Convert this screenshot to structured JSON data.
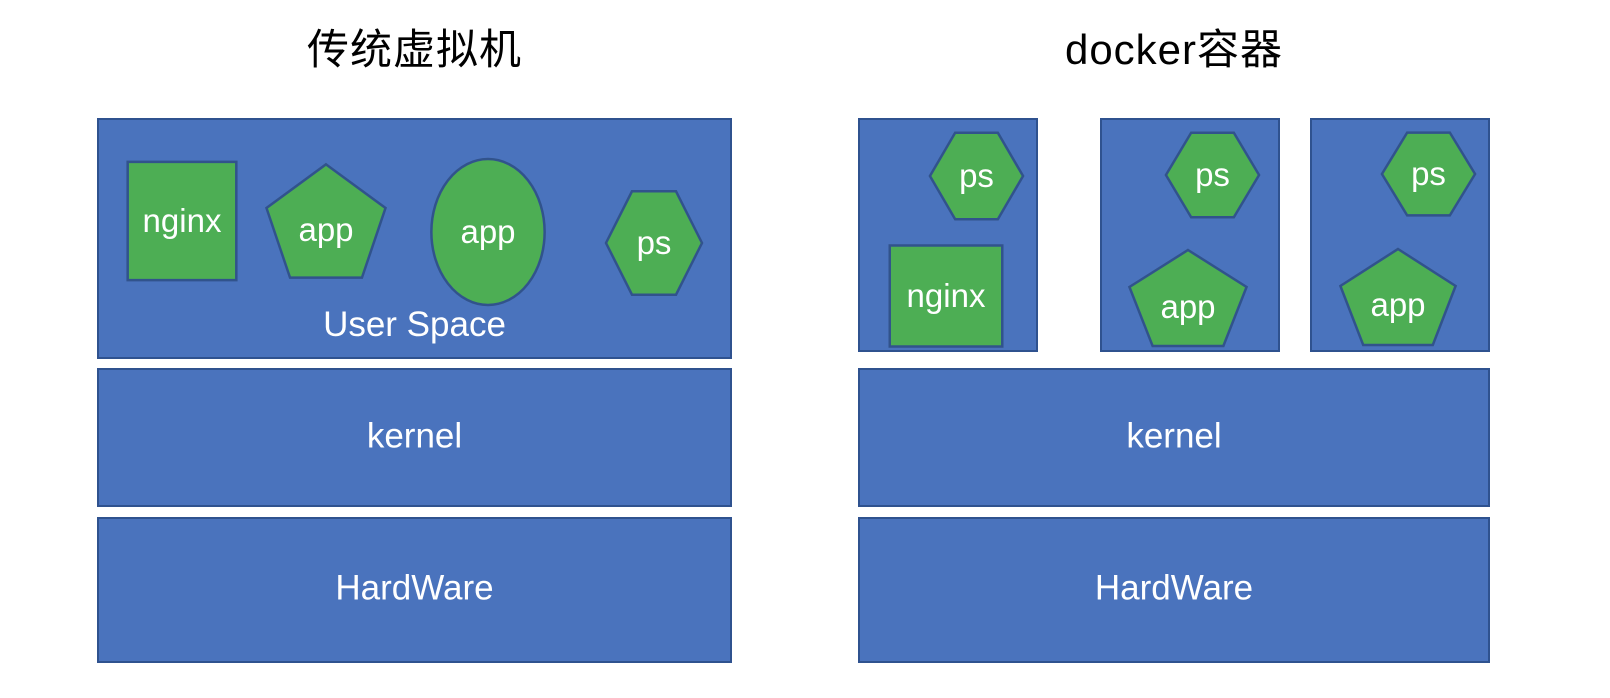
{
  "diagram": {
    "left": {
      "title": "传统虚拟机",
      "user_space": {
        "label": "User Space",
        "shapes": [
          {
            "type": "square",
            "label": "nginx"
          },
          {
            "type": "pentagon",
            "label": "app"
          },
          {
            "type": "ellipse",
            "label": "app"
          },
          {
            "type": "hexagon",
            "label": "ps"
          }
        ]
      },
      "kernel_label": "kernel",
      "hardware_label": "HardWare"
    },
    "right": {
      "title": "docker容器",
      "containers": [
        {
          "shapes": [
            {
              "type": "hexagon",
              "label": "ps"
            },
            {
              "type": "square",
              "label": "nginx"
            }
          ]
        },
        {
          "shapes": [
            {
              "type": "hexagon",
              "label": "ps"
            },
            {
              "type": "pentagon",
              "label": "app"
            }
          ]
        },
        {
          "shapes": [
            {
              "type": "hexagon",
              "label": "ps"
            },
            {
              "type": "pentagon",
              "label": "app"
            }
          ]
        }
      ],
      "kernel_label": "kernel",
      "hardware_label": "HardWare"
    },
    "colors": {
      "box_blue": "#4a73bd",
      "box_border": "#2f528f",
      "shape_green": "#4dae54",
      "shape_border": "#31538c",
      "label_text": "#ffffff",
      "title_text": "#000000"
    }
  }
}
